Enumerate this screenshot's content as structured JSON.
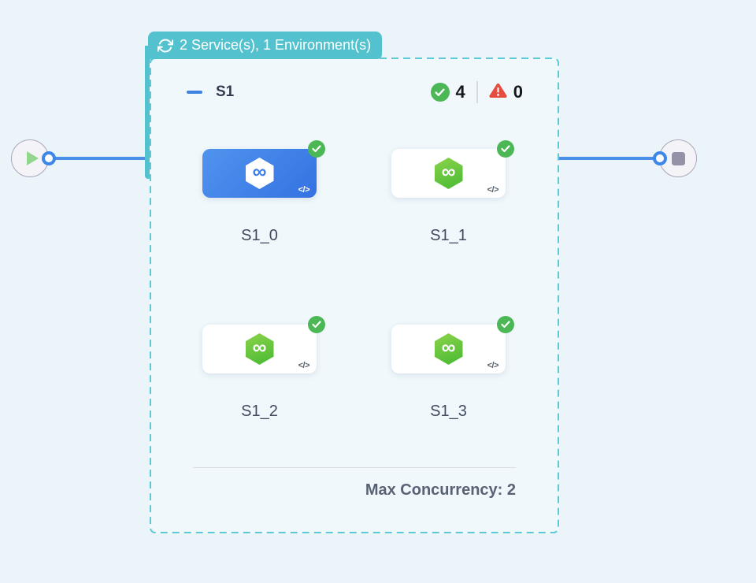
{
  "stage_badge": {
    "label": "2 Service(s), 1 Environment(s)"
  },
  "group": {
    "name": "S1",
    "success_count": "4",
    "error_count": "0",
    "footer_label": "Max Concurrency: 2",
    "services": [
      {
        "name": "S1_0",
        "selected": true,
        "status": "success"
      },
      {
        "name": "S1_1",
        "selected": false,
        "status": "success"
      },
      {
        "name": "S1_2",
        "selected": false,
        "status": "success"
      },
      {
        "name": "S1_3",
        "selected": false,
        "status": "success"
      }
    ]
  },
  "icons": {
    "infinity": "∞",
    "code": "</>"
  },
  "colors": {
    "teal": "#54c2ce",
    "dash_border": "#5fc8d5",
    "selected_blue": "#3d7fe8",
    "success_green": "#4cb755",
    "error_red": "#e64c3f",
    "connector_blue": "#4a90e8"
  }
}
